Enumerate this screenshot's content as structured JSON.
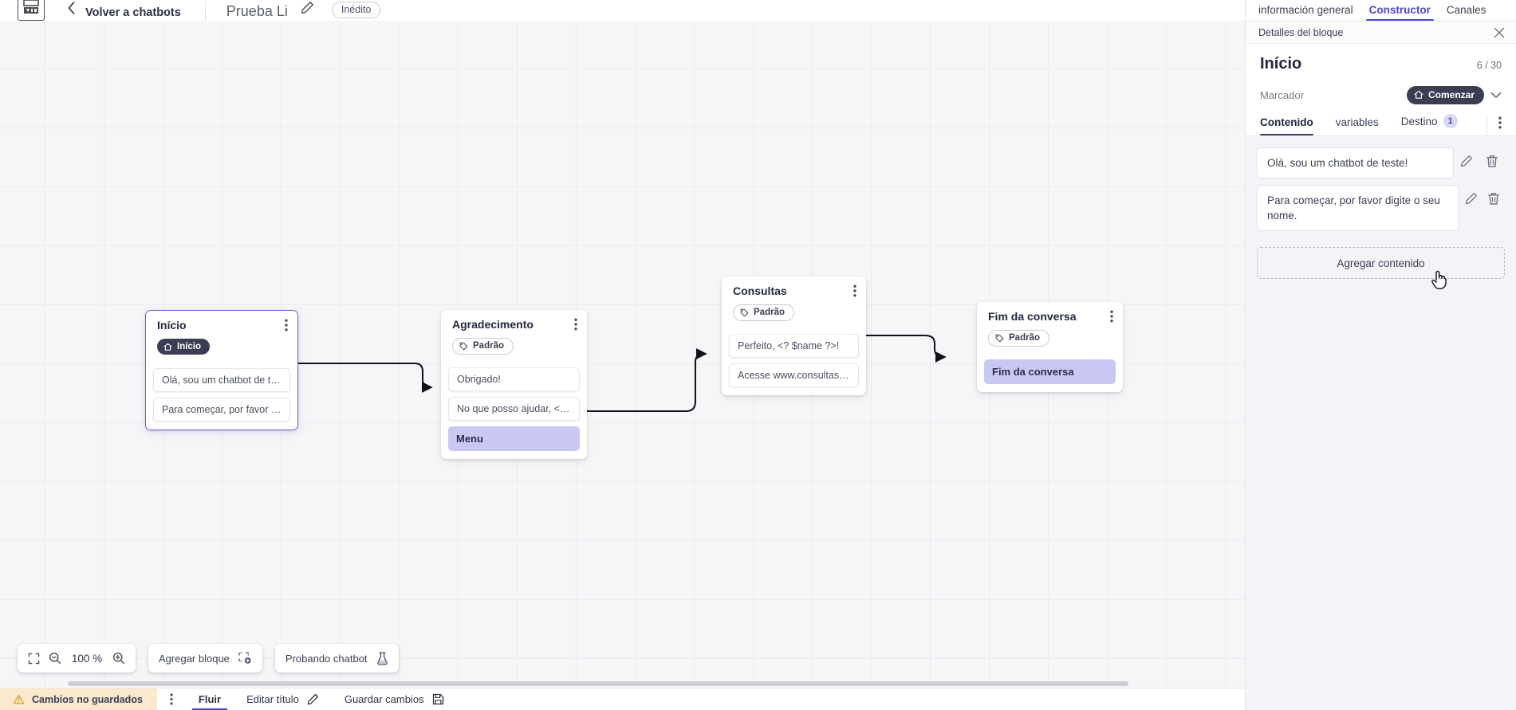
{
  "topbar": {
    "logo_icon": "app-logo-icon",
    "back_chevron_icon": "chevron-left-icon",
    "back_label": "Volver a chatbots",
    "bot_title": "Prueba Li",
    "edit_title_icon": "pencil-icon",
    "status_chip": "Inédito"
  },
  "right_panel": {
    "tabs": [
      {
        "label": "información general",
        "active": false
      },
      {
        "label": "Constructor",
        "active": true
      },
      {
        "label": "Canales",
        "active": false
      }
    ],
    "subheader": {
      "label": "Detalles del bloque",
      "close_icon": "close-icon"
    },
    "block": {
      "title": "Início",
      "counter": "6 / 30",
      "marker_label": "Marcador",
      "marker_value": "Comenzar",
      "marker_icon": "home-icon",
      "marker_chevron_icon": "chevron-down-icon"
    },
    "subtabs": [
      {
        "label": "Contenido",
        "active": true,
        "badge": ""
      },
      {
        "label": "variables",
        "active": false,
        "badge": ""
      },
      {
        "label": "Destino",
        "active": false,
        "badge": "1"
      }
    ],
    "subtabs_kebab_icon": "more-vertical-icon",
    "content_items": [
      {
        "text": "Olá, sou um chatbot de teste!",
        "edit_icon": "pencil-icon",
        "delete_icon": "trash-icon"
      },
      {
        "text": "Para começar, por favor digite o seu nome.",
        "edit_icon": "pencil-icon",
        "delete_icon": "trash-icon"
      }
    ],
    "add_content_label": "Agregar contenido",
    "cursor_icon": "pointing-hand-cursor"
  },
  "canvas": {
    "nodes": [
      {
        "id": "inicio",
        "title": "Início",
        "tag": {
          "label": "Início",
          "style": "start",
          "icon": "home-icon"
        },
        "selected": true,
        "kebab_icon": "more-vertical-icon",
        "messages": [
          {
            "text": "Olá, sou um chatbot de teste!",
            "type": "message"
          },
          {
            "text": "Para começar, por favor digite o ...",
            "type": "message"
          }
        ]
      },
      {
        "id": "agradecimento",
        "title": "Agradecimento",
        "tag": {
          "label": "Padrão",
          "style": "default",
          "icon": "tag-icon"
        },
        "selected": false,
        "kebab_icon": "more-vertical-icon",
        "messages": [
          {
            "text": "Obrigado!",
            "type": "message"
          },
          {
            "text": "No que posso ajudar, <? $name ...",
            "type": "message"
          },
          {
            "text": "Menu",
            "type": "action"
          }
        ]
      },
      {
        "id": "consultas",
        "title": "Consultas",
        "tag": {
          "label": "Padrão",
          "style": "default",
          "icon": "tag-icon"
        },
        "selected": false,
        "kebab_icon": "more-vertical-icon",
        "messages": [
          {
            "text": "Perfeito, <? $name ?>!",
            "type": "message"
          },
          {
            "text": "Acesse www.consultas.com par...",
            "type": "message"
          }
        ]
      },
      {
        "id": "fim",
        "title": "Fim da conversa",
        "tag": {
          "label": "Padrão",
          "style": "default",
          "icon": "tag-icon"
        },
        "selected": false,
        "kebab_icon": "more-vertical-icon",
        "messages": [
          {
            "text": "Fim da conversa",
            "type": "action"
          }
        ]
      }
    ]
  },
  "toolbar": {
    "fit_icon": "fit-screen-icon",
    "zoom_out_icon": "zoom-out-icon",
    "zoom_level": "100 %",
    "zoom_in_icon": "zoom-in-icon",
    "add_block_label": "Agregar bloque",
    "add_block_icon": "add-block-icon",
    "test_bot_label": "Probando chatbot",
    "test_bot_icon": "flask-icon"
  },
  "bottombar": {
    "warning_icon": "warning-triangle-icon",
    "warning_label": "Cambios no guardados",
    "kebab_icon": "more-vertical-icon",
    "flow_tab": "Fluir",
    "edit_title_label": "Editar título",
    "edit_title_icon": "pencil-icon",
    "save_label": "Guardar cambios",
    "save_icon": "save-icon"
  },
  "colors": {
    "accent": "#4c49d6",
    "action_fill": "#c9c8f2",
    "dark_pill": "#3b3d52",
    "warning_bg": "#fbe9cd"
  }
}
